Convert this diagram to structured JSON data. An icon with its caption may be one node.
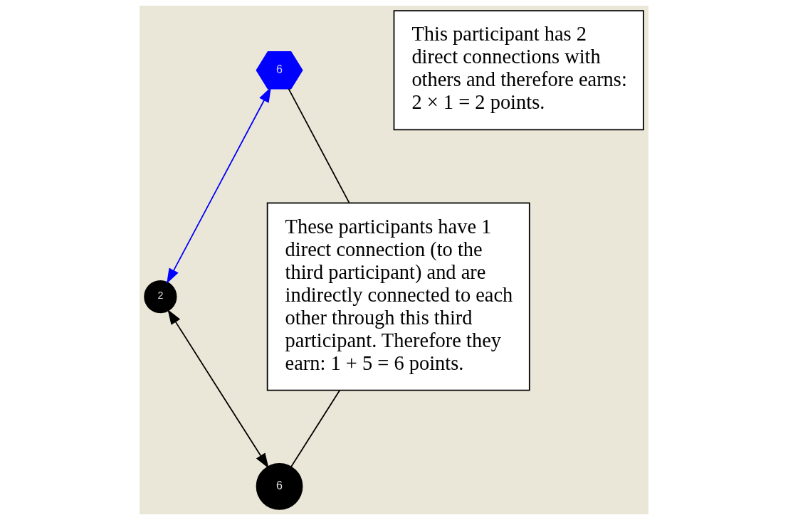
{
  "diagram": {
    "nodes": [
      {
        "text": [
          "6"
        ]
      },
      {
        "text": [
          "This participant has 2 direct connections with others and therefore earns: 2 × 1 = 2 points."
        ]
      },
      {
        "text": [
          "These participants have 1 direct connection (to the third participant) and are indirectly connected to each other through this third participant. Therefore they earn: 1 + 5 = 6 points."
        ]
      },
      {
        "text": [
          "2"
        ]
      },
      {
        "text": [
          "6"
        ]
      }
    ],
    "edges": [
      {
        "from": 0,
        "to": 3,
        "arrow": "both",
        "color": "#0000ff"
      },
      {
        "from": 3,
        "to": 4,
        "arrow": "both"
      },
      {
        "from": 2,
        "to": 0,
        "arrow": "none"
      },
      {
        "from": 2,
        "to": 4,
        "arrow": "none"
      }
    ]
  }
}
